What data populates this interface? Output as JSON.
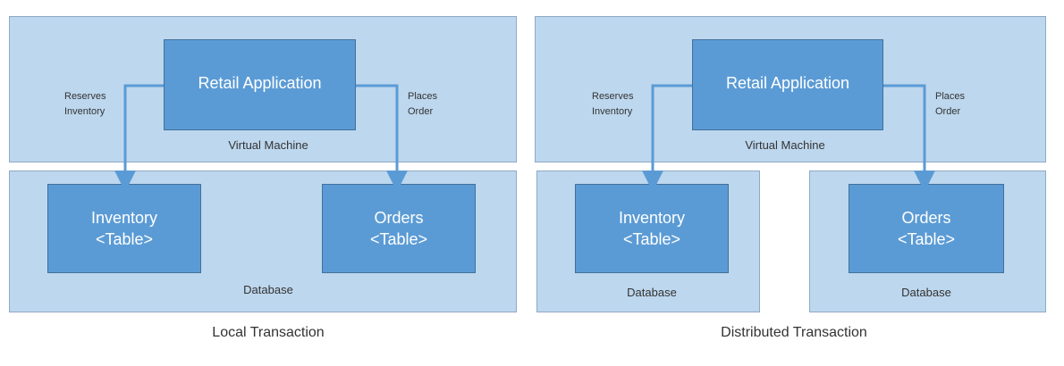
{
  "local": {
    "app_label": "Retail Application",
    "vm_label": "Virtual Machine",
    "edge_reserve": [
      "Reserves",
      "Inventory"
    ],
    "edge_place": [
      "Places",
      "Order"
    ],
    "inventory": [
      "Inventory",
      "<Table>"
    ],
    "orders": [
      "Orders",
      "<Table>"
    ],
    "db_label": "Database",
    "caption": "Local Transaction"
  },
  "distributed": {
    "app_label": "Retail Application",
    "vm_label": "Virtual Machine",
    "edge_reserve": [
      "Reserves",
      "Inventory"
    ],
    "edge_place": [
      "Places",
      "Order"
    ],
    "inventory": [
      "Inventory",
      "<Table>"
    ],
    "orders": [
      "Orders",
      "<Table>"
    ],
    "db_label_left": "Database",
    "db_label_right": "Database",
    "caption": "Distributed Transaction"
  },
  "colors": {
    "container_fill": "#bdd7ee",
    "box_fill": "#5b9bd5",
    "connector": "#5b9bd5"
  }
}
